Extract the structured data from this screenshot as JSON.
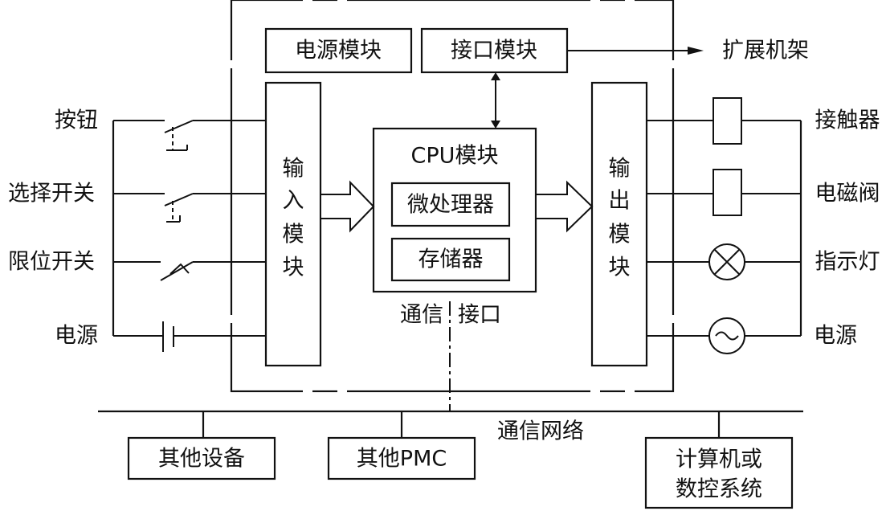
{
  "inputs": {
    "button": "按钮",
    "selector_switch": "选择开关",
    "limit_switch": "限位开关",
    "power": "电源"
  },
  "plc": {
    "power_module": "电源模块",
    "interface_module": "接口模块",
    "input_module": [
      "输",
      "入",
      "模",
      "块"
    ],
    "output_module": [
      "输",
      "出",
      "模",
      "块"
    ],
    "cpu": {
      "title": "CPU模块",
      "processor": "微处理器",
      "memory": "存储器"
    },
    "comm_interface": [
      "通信",
      "接口"
    ]
  },
  "expansion": "扩展机架",
  "outputs": {
    "contactor": "接触器",
    "solenoid_valve": "电磁阀",
    "indicator_light": "指示灯",
    "power": "电源"
  },
  "network": {
    "label": "通信网络",
    "other_devices": "其他设备",
    "other_pmc": "其他PMC",
    "computer_line1": "计算机或",
    "computer_line2": "数控系统"
  }
}
